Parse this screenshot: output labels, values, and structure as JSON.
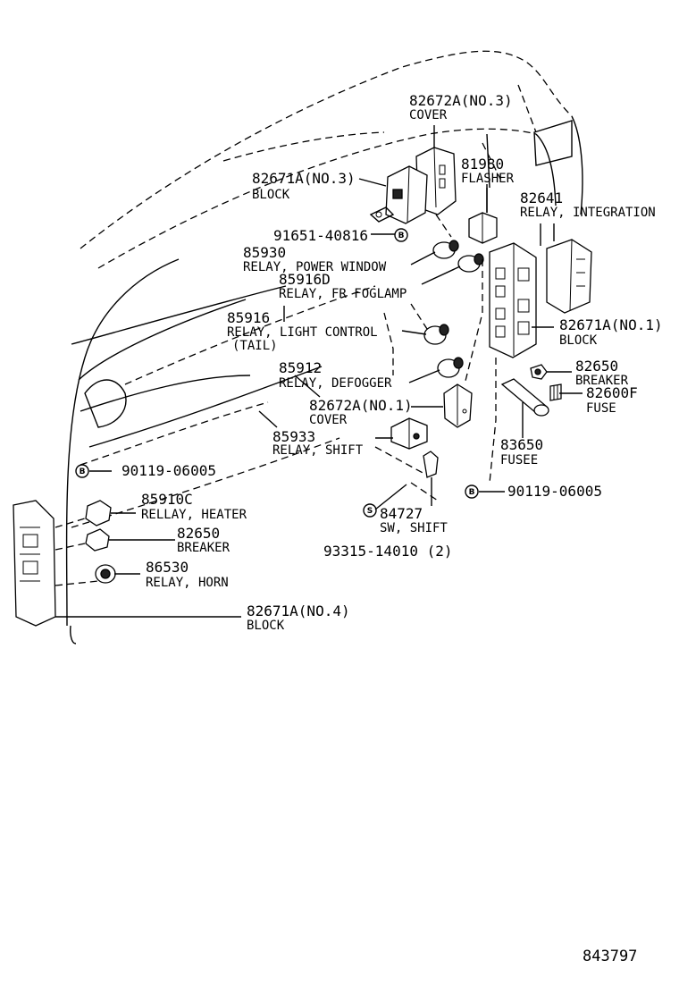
{
  "parts": [
    {
      "id": "p1",
      "number": "82672A(NO.3)",
      "name": "COVER"
    },
    {
      "id": "p2",
      "number": "82671A(NO.3)",
      "name": "BLOCK"
    },
    {
      "id": "p3",
      "number": "81980",
      "name": "FLASHER"
    },
    {
      "id": "p4",
      "number": "82641",
      "name": "RELAY, INTEGRATION"
    },
    {
      "id": "p5",
      "number": "91651-40816",
      "name": ""
    },
    {
      "id": "p6",
      "number": "85930",
      "name": "RELAY, POWER WINDOW"
    },
    {
      "id": "p7",
      "number": "85916D",
      "name": "RELAY, FR FOGLAMP"
    },
    {
      "id": "p8",
      "number": "85916",
      "name": "RELAY, LIGHT  CONTROL",
      "extra": "(TAIL)"
    },
    {
      "id": "p9",
      "number": "82671A(NO.1)",
      "name": "BLOCK"
    },
    {
      "id": "p10",
      "number": "82650",
      "name": "BREAKER"
    },
    {
      "id": "p11",
      "number": "82600F",
      "name": "FUSE"
    },
    {
      "id": "p12",
      "number": "85912",
      "name": "RELAY, DEFOGGER"
    },
    {
      "id": "p13",
      "number": "82672A(NO.1)",
      "name": "COVER"
    },
    {
      "id": "p14",
      "number": "85933",
      "name": "RELAY, SHIFT"
    },
    {
      "id": "p15",
      "number": "83650",
      "name": "FUSEE"
    },
    {
      "id": "p16",
      "number": "90119-06005",
      "name": ""
    },
    {
      "id": "p17",
      "number": "90119-06005",
      "name": ""
    },
    {
      "id": "p18",
      "number": "85910C",
      "name": "RELLAY, HEATER"
    },
    {
      "id": "p19",
      "number": "84727",
      "name": "SW, SHIFT"
    },
    {
      "id": "p20",
      "number": "82650",
      "name": "BREAKER"
    },
    {
      "id": "p21",
      "number": "93315-14010 (2)",
      "name": ""
    },
    {
      "id": "p22",
      "number": "86530",
      "name": "RELAY, HORN"
    },
    {
      "id": "p23",
      "number": "82671A(NO.4)",
      "name": "BLOCK"
    }
  ],
  "badges": {
    "b": "B",
    "s": "S"
  },
  "reference": "843797"
}
